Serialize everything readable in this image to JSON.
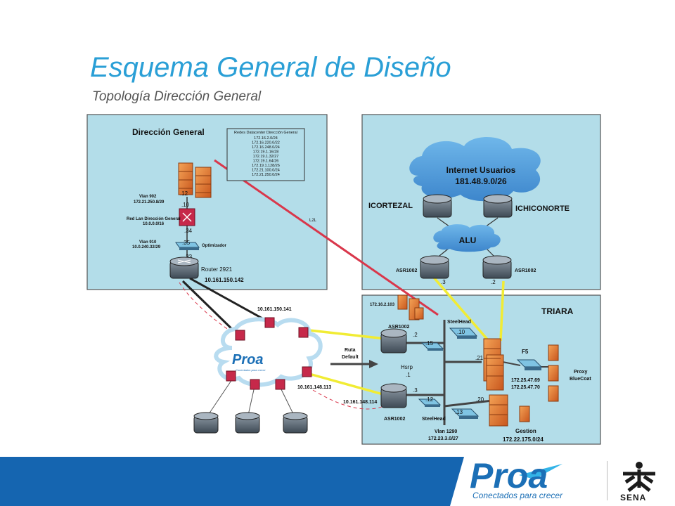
{
  "header": {
    "title": "Esquema General de Diseño",
    "subtitle": "Topología Dirección General"
  },
  "colors": {
    "title": "#2a9fd6",
    "panel_fill": "#b3dde9",
    "panel_border": "#555555",
    "footer_blue": "#1565b0",
    "link_yellow": "#f1ec34",
    "link_red": "#d9374b",
    "link_black": "#222222"
  },
  "direccion_general": {
    "label": "Dirección General",
    "redes_box": {
      "title": "Redes Datacenter Dirección General",
      "networks": [
        "172.16.2.0/24",
        "172.16.220.0/22",
        "172.16.248.0/24",
        "172.19.1.16/28",
        "172.19.1.32/27",
        "172.19.1.64/26",
        "172.19.1.128/26",
        "172.21.100.0/24",
        "172.21.250.0/24"
      ]
    },
    "vlan902": [
      "Vlan 902",
      "172.21.250.8/29"
    ],
    "red_lan": [
      "Red Lan Dirección General",
      "10.0.0.0/16"
    ],
    "vlan910": [
      "Vlan 910",
      "10.0.240.32/29"
    ],
    "ip_12": ".12",
    "ip_10": ".10",
    "ip_34": ".34",
    "ip_35": ".35",
    "ip_33": ".33",
    "optimizador": "Optimizador",
    "router_name": "Router 2921",
    "router_ip": "10.161.150.142",
    "l2l": "L2L"
  },
  "internet": {
    "cloud_title": "Internet Usuarios",
    "cloud_ip": "181.48.9.0/26",
    "icortezal": "ICORTEZAL",
    "ichiconorte": "ICHICONORTE",
    "alu": "ALU",
    "asr_left": "ASR1002",
    "asr_right": "ASR1002",
    "ip_3": ".3",
    "ip_2": ".2"
  },
  "triara": {
    "label": "TRIARA",
    "server_ip": "172.16.2.103",
    "asr_top": "ASR1002",
    "asr_bottom": "ASR1002",
    "steelhead_top": "SteelHead",
    "steelhead_bottom": "SteelHead",
    "hsrp": "Hsrp",
    "hsrp_ip": ".1",
    "ip_2": ".2",
    "ip_15": ".15",
    "ip_10": ".10",
    "ip_21": ".21",
    "ip_3": ".3",
    "ip_12": ".12",
    "ip_13": ".13",
    "ip_20": ".20",
    "f5": "F5",
    "f5_ips": [
      "172.25.47.69",
      "172.25.47.70"
    ],
    "proxy": [
      "Proxy",
      "BlueCoat"
    ],
    "vlan1290": [
      "Vlan 1290",
      "172.23.3.0/27"
    ],
    "gestion": [
      "Gestion",
      "172.22.175.0/24"
    ]
  },
  "proa_cloud": {
    "logo": "Proa",
    "tag": "Conectados para crecer",
    "ip_141": "10.161.150.141",
    "ip_113": "10.161.148.113",
    "ip_114": "10.161.148.114"
  },
  "ruta_default": [
    "Ruta",
    "Default"
  ],
  "footer": {
    "logo": "Proa",
    "tagline": "Conectados para crecer",
    "sena": "SENA"
  }
}
